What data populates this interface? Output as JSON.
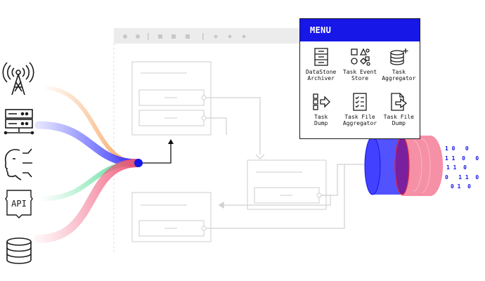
{
  "menu": {
    "title": "MENU",
    "items": [
      {
        "icon": "archive-cabinet-icon",
        "label": "DataStone\nArchiver"
      },
      {
        "icon": "shapes-icon",
        "label": "Task Event\nStore"
      },
      {
        "icon": "database-plus-icon",
        "label": "Task\nAggregator"
      },
      {
        "icon": "grid-arrow-icon",
        "label": "Task\nDump"
      },
      {
        "icon": "checklist-file-icon",
        "label": "Task File\nAggregator"
      },
      {
        "icon": "file-export-icon",
        "label": "Task File\nDump"
      }
    ]
  },
  "sources": [
    {
      "icon": "radio-tower-icon",
      "color": "#f6a35b"
    },
    {
      "icon": "server-icon",
      "color": "#4d4dff"
    },
    {
      "icon": "face-profile-icon",
      "color": "#1f1f1f"
    },
    {
      "icon": "api-icon",
      "label": "API",
      "color": "#5ee09c"
    },
    {
      "icon": "database-icon",
      "color": "#f05a7a"
    }
  ],
  "binary": {
    "rows": [
      "1 0   0",
      "1 1  0   0",
      "1 1  0",
      "0   1 1  0",
      "0 1  0"
    ]
  },
  "colors": {
    "accent": "#1717e8",
    "cylinder_blue": "#5252ff",
    "cylinder_pink": "#f590a6",
    "wire": "#d0d0d0"
  }
}
